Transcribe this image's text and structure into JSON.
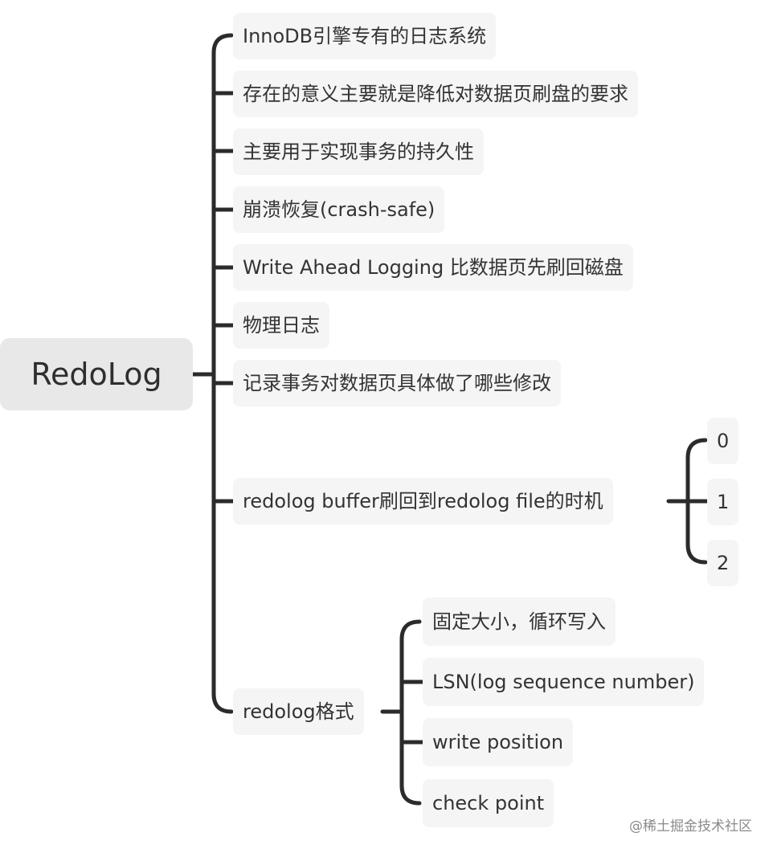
{
  "root": "RedoLog",
  "children": [
    "InnoDB引擎专有的日志系统",
    "存在的意义主要就是降低对数据页刷盘的要求",
    "主要用于实现事务的持久性",
    "崩溃恢复(crash-safe)",
    "Write Ahead Logging 比数据页先刷回磁盘",
    "物理日志",
    "记录事务对数据页具体做了哪些修改",
    "redolog buffer刷回到redolog file的时机",
    "redolog格式"
  ],
  "flush_timing_options": [
    "0",
    "1",
    "2"
  ],
  "format_items": [
    "固定大小，循环写入",
    "LSN(log sequence number)",
    "write position",
    "check point"
  ],
  "watermark": "@稀土掘金技术社区",
  "colors": {
    "line": "#2b2b2b",
    "node_bg": "#f5f5f5",
    "root_bg": "#e8e8e8",
    "text": "#333333"
  }
}
